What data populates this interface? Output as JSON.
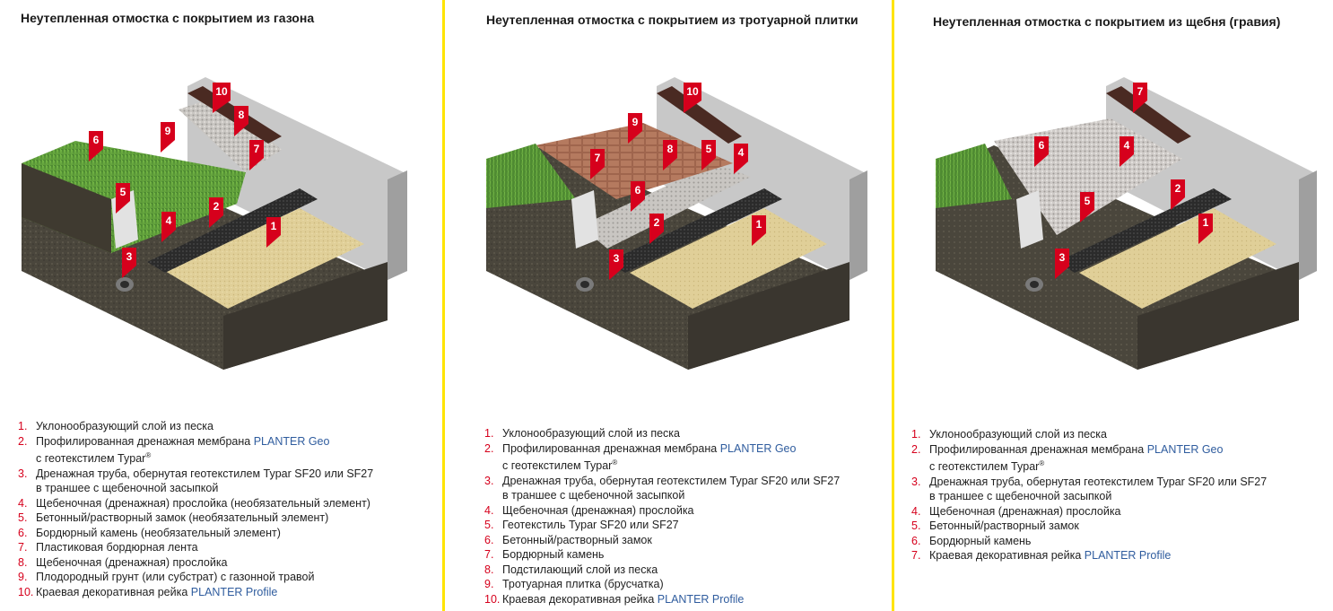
{
  "colors": {
    "accent_red": "#d6001c",
    "brand_blue": "#2f5c9e",
    "divider_yellow": "#ffe400"
  },
  "panels": [
    {
      "title": "Неутепленная отмостка с покрытием из газона",
      "markers": [
        "10",
        "8",
        "9",
        "6",
        "7",
        "5",
        "4",
        "2",
        "1",
        "3"
      ],
      "legend": [
        {
          "num": "1.",
          "text": "Уклонообразующий слой из песка"
        },
        {
          "num": "2.",
          "text": "Профилированная дренажная мембрана ",
          "brand": "PLANTER Geo"
        },
        {
          "num": "",
          "text": "с геотекстилем Typar",
          "sup": "®"
        },
        {
          "num": "3.",
          "text": "Дренажная труба, обернутая геотекстилем Typar SF20 или SF27"
        },
        {
          "num": "",
          "text": "в траншее с щебеночной засыпкой"
        },
        {
          "num": "4.",
          "text": "Щебеночная (дренажная) прослойка (необязательный элемент)"
        },
        {
          "num": "5.",
          "text": "Бетонный/растворный замок (необязательный элемент)"
        },
        {
          "num": "6.",
          "text": "Бордюрный камень (необязательный элемент)"
        },
        {
          "num": "7.",
          "text": "Пластиковая бордюрная лента"
        },
        {
          "num": "8.",
          "text": "Щебеночная (дренажная) прослойка"
        },
        {
          "num": "9.",
          "text": "Плодородный грунт (или субстрат) с газонной травой"
        },
        {
          "num": "10.",
          "text": "Краевая декоративная рейка ",
          "brand": "PLANTER Profile"
        }
      ]
    },
    {
      "title": "Неутепленная отмостка с покрытием из тротуарной плитки",
      "markers": [
        "10",
        "9",
        "8",
        "5",
        "4",
        "7",
        "6",
        "2",
        "1",
        "3"
      ],
      "legend": [
        {
          "num": "1.",
          "text": "Уклонообразующий слой из песка"
        },
        {
          "num": "2.",
          "text": "Профилированная дренажная мембрана ",
          "brand": "PLANTER Geo"
        },
        {
          "num": "",
          "text": "с геотекстилем Typar",
          "sup": "®"
        },
        {
          "num": "3.",
          "text": "Дренажная труба, обернутая геотекстилем Typar SF20 или SF27"
        },
        {
          "num": "",
          "text": "в траншее с щебеночной засыпкой"
        },
        {
          "num": "4.",
          "text": "Щебеночная (дренажная) прослойка"
        },
        {
          "num": "5.",
          "text": "Геотекстиль Typar SF20 или SF27"
        },
        {
          "num": "6.",
          "text": "Бетонный/растворный замок"
        },
        {
          "num": "7.",
          "text": "Бордюрный камень"
        },
        {
          "num": "8.",
          "text": "Подстилающий слой из песка"
        },
        {
          "num": "9.",
          "text": "Тротуарная плитка (брусчатка)"
        },
        {
          "num": "10.",
          "text": "Краевая декоративная рейка ",
          "brand": "PLANTER Profile"
        }
      ]
    },
    {
      "title": "Неутепленная отмостка с покрытием из щебня (гравия)",
      "markers": [
        "7",
        "6",
        "4",
        "2",
        "5",
        "1",
        "3"
      ],
      "legend": [
        {
          "num": "1.",
          "text": "Уклонообразующий слой из песка"
        },
        {
          "num": "2.",
          "text": "Профилированная дренажная мембрана ",
          "brand": "PLANTER Geo"
        },
        {
          "num": "",
          "text": "с геотекстилем Typar",
          "sup": "®"
        },
        {
          "num": "3.",
          "text": "Дренажная труба, обернутая геотекстилем Typar SF20 или SF27"
        },
        {
          "num": "",
          "text": "в траншее с щебеночной засыпкой"
        },
        {
          "num": "4.",
          "text": "Щебеночная (дренажная) прослойка"
        },
        {
          "num": "5.",
          "text": "Бетонный/растворный замок"
        },
        {
          "num": "6.",
          "text": "Бордюрный камень"
        },
        {
          "num": "7.",
          "text": "Краевая декоративная рейка ",
          "brand": "PLANTER Profile"
        }
      ]
    }
  ]
}
